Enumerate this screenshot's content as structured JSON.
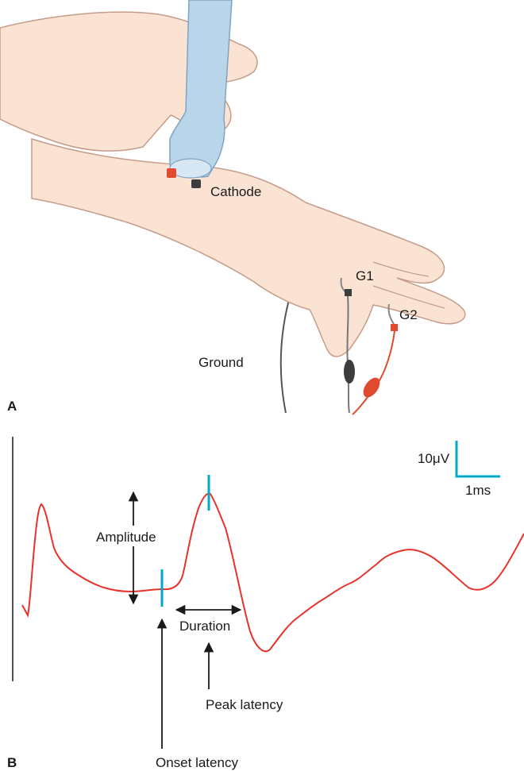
{
  "panel_a": {
    "letter": "A",
    "labels": {
      "cathode": "Cathode",
      "g1": "G1",
      "g2": "G2",
      "ground": "Ground"
    }
  },
  "panel_b": {
    "letter": "B",
    "scale_bar": {
      "vertical_label": "10μV",
      "horizontal_label": "1ms",
      "color": "#00a9c7"
    },
    "annotations": {
      "amplitude": "Amplitude",
      "duration": "Duration",
      "peak_latency": "Peak latency",
      "onset_latency": "Onset latency"
    },
    "trace_color": "#e8322c",
    "marker_color": "#00a9c7"
  },
  "colors": {
    "skin": "#fbe3d4",
    "skin_outline": "#c59c8a",
    "probe": "#b9d5ea",
    "electrode_red": "#e04a2e",
    "electrode_dark": "#3d3d3d"
  }
}
